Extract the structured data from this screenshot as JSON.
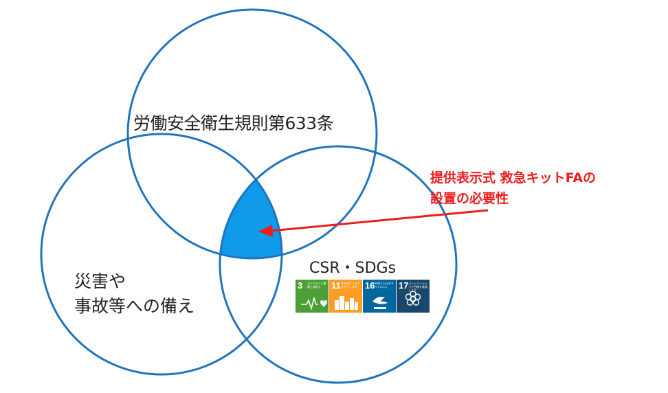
{
  "circles": {
    "top_label": "労働安全衛生規則第633条",
    "left_label_line1": "災害や",
    "left_label_line2": "事故等への備え",
    "right_label": "CSR・SDGs"
  },
  "callout": {
    "line1": "提供表示式 救急キットFAの",
    "line2": "設置の必要性"
  },
  "sdg_icons": [
    {
      "number": "3",
      "text": "すべての人に健康と福祉を",
      "color": "#4c9f38",
      "icon": "heartbeat-icon"
    },
    {
      "number": "11",
      "text": "住み続けられるまちづくりを",
      "color": "#fd9d24",
      "icon": "city-icon"
    },
    {
      "number": "16",
      "text": "平和と公正をすべての人に",
      "color": "#00689d",
      "icon": "dove-icon"
    },
    {
      "number": "17",
      "text": "パートナーシップで目標を達成しよう",
      "color": "#19486a",
      "icon": "flower-icon"
    }
  ],
  "colors": {
    "circle_stroke": "#1f74bd",
    "intersection_fill": "#0f9bea",
    "arrow": "#ee1c1c",
    "callout_text": "#ee1c1c"
  }
}
